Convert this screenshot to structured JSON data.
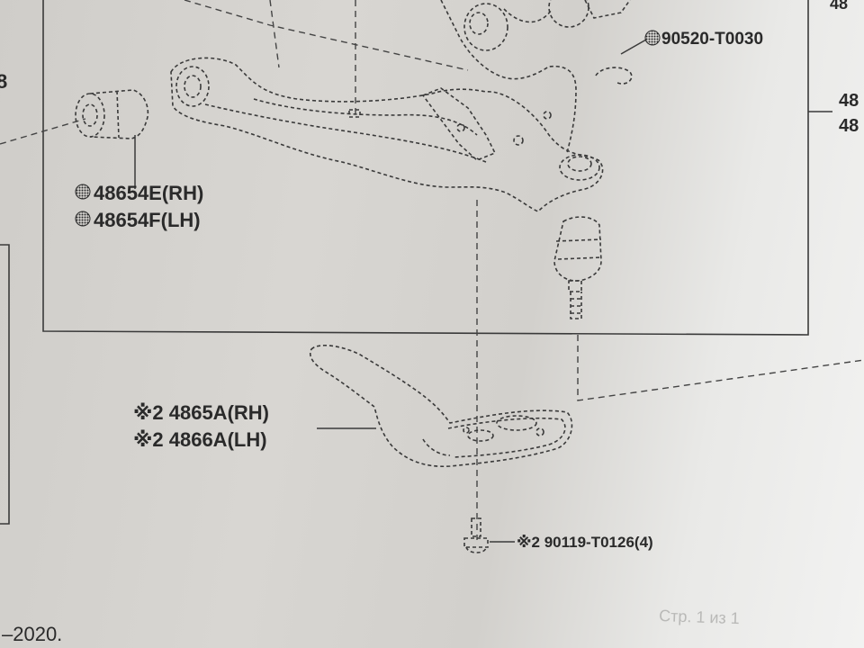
{
  "labels": {
    "bushing_rh": "48654E(RH)",
    "bushing_lh": "48654F(LH)",
    "clip": "90520-T0030",
    "cover_rh": "※2 4865A(RH)",
    "cover_lh": "※2 4866A(LH)",
    "bolt": "※2 90119-T0126(4)",
    "edge_top_right": "48",
    "edge_right_1": "48",
    "edge_right_2": "48",
    "edge_left": "8",
    "footer_year": "–2020.",
    "footer_page_faint": "Стр. 1 из 1"
  },
  "icons": {
    "bushing_marker": "dot-pattern-icon",
    "clip_marker": "dot-pattern-icon"
  },
  "colors": {
    "ink": "#2a2a2a",
    "paper": "#d6d4d0",
    "glare": "#f2f2f1"
  }
}
